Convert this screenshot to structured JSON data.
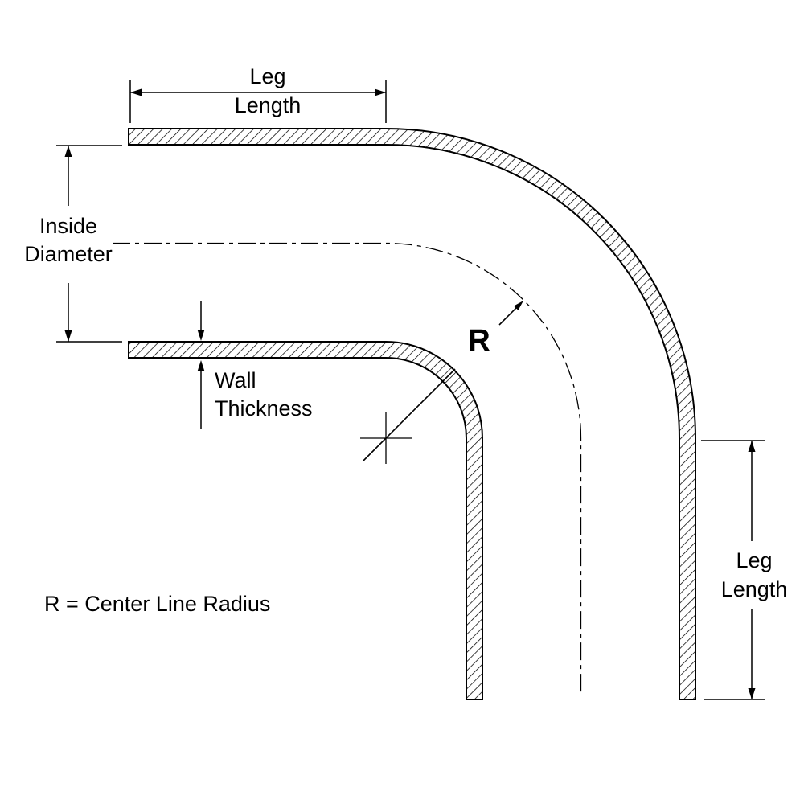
{
  "diagram": {
    "type": "technical-drawing",
    "subject": "90 degree elbow tube cross-section with dimension callouts",
    "labels": {
      "leg_length_top": {
        "line1": "Leg",
        "line2": "Length"
      },
      "inside_diameter": {
        "line1": "Inside",
        "line2": "Diameter"
      },
      "wall_thickness": {
        "line1": "Wall",
        "line2": "Thickness"
      },
      "radius_symbol": "R",
      "radius_legend": "R = Center Line Radius",
      "leg_length_right": {
        "line1": "Leg",
        "line2": "Length"
      }
    },
    "colors": {
      "inside_diameter_text": "#ff0000",
      "line_color": "#000000",
      "background": "#ffffff"
    }
  }
}
